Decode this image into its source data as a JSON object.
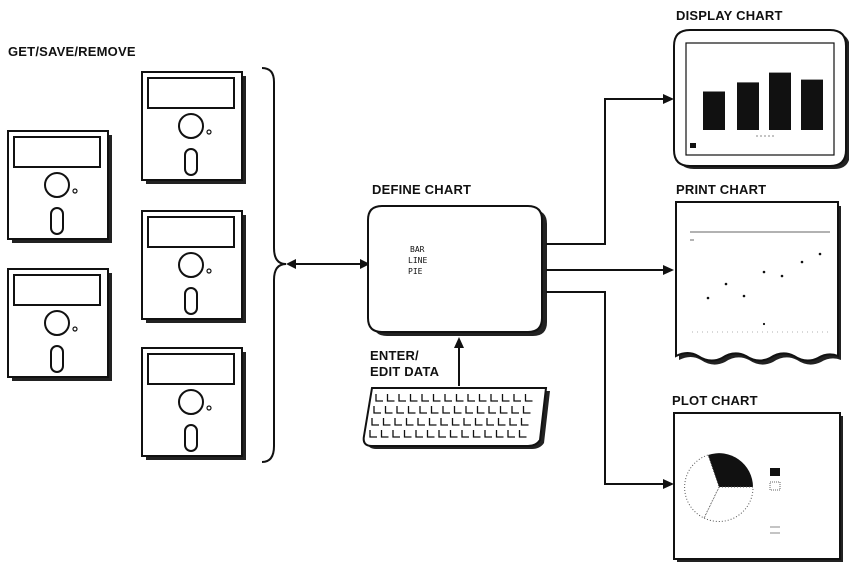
{
  "labels": {
    "get_save_remove": "GET/SAVE/REMOVE",
    "define_chart": "DEFINE CHART",
    "enter_edit_line1": "ENTER/",
    "enter_edit_line2": "EDIT DATA",
    "display_chart": "DISPLAY CHART",
    "print_chart": "PRINT CHART",
    "plot_chart": "PLOT CHART"
  },
  "screen_menu": [
    "BAR",
    "LINE",
    "PIE"
  ],
  "display_chart_bars": [
    0.55,
    0.68,
    0.82,
    0.72
  ],
  "colors": {
    "ink": "#111111",
    "paper": "#ffffff"
  }
}
